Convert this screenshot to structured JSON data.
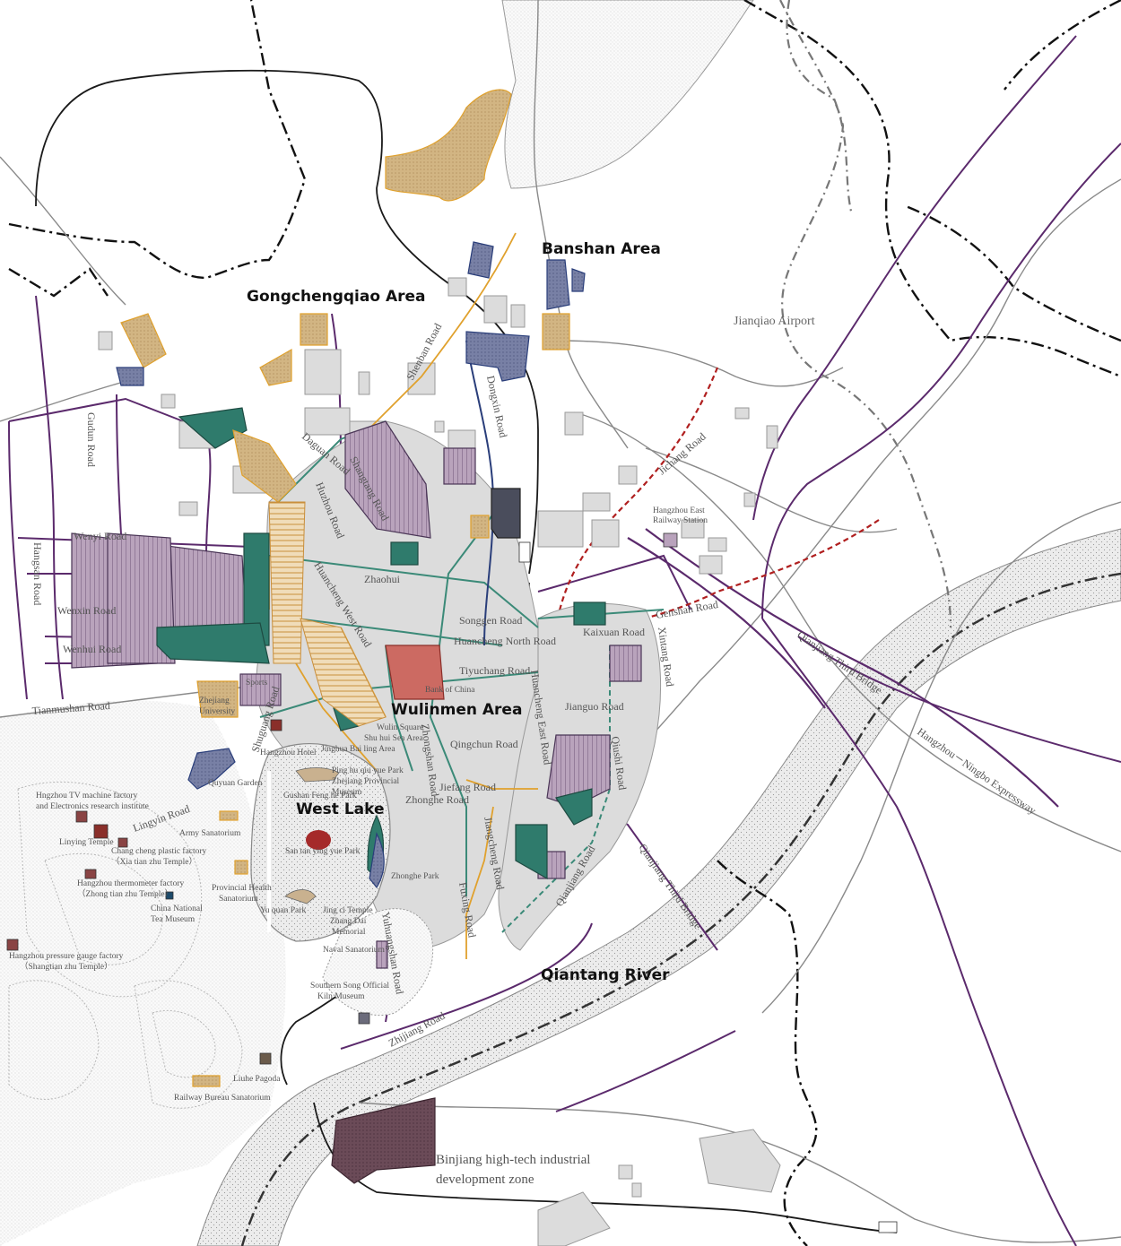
{
  "areas": {
    "gongchengqiao": "Gongchengqiao  Area",
    "banshan": "Banshan Area",
    "wulinmen": "Wulinmen Area",
    "west_lake": "West Lake",
    "qiantang": "Qiantang River"
  },
  "places": {
    "airport": "Jianqiao Airport",
    "east_station_1": "Hangzhou East",
    "east_station_2": "Railway Station",
    "binjiang_1": "Binjiang  high-tech industrial",
    "binjiang_2": "development zone"
  },
  "roads": {
    "wenyi": "Wenyi Road",
    "wenxin": "Wenxin Road",
    "wenhui": "Wenhui Road",
    "tianmushan": "Tianmushan Road",
    "gudun": "Gudun Road",
    "hangsan": "Hangsan Road",
    "shenban": "Shenban Road",
    "dongxin": "Dongxin Road",
    "shangtang": "Shangtang Road",
    "daguan": "Daguan Road",
    "huzhou": "Huzhou Road",
    "zhaohui": "Zhaohui",
    "huancheng_west": "Huancheng West Road",
    "songgen": "Songgen Road",
    "huancheng_north": "Huancheng North Road",
    "kaixuan": "Kaixuan Road",
    "genshan": "Genshan Road",
    "tiyuchang": "Tiyuchang Road",
    "jianguo": "Jianguo Road",
    "qingchun": "Qingchun Road",
    "jiefang": "Jiefang Road",
    "zhongshan": "Zhongshan Road",
    "zhonghe": "Zhonghe Road",
    "huancheng_east": "Huancheng East Road",
    "qiushi": "Qiushi Road",
    "xintang": "Xintang Road",
    "jichang": "Jichang Road",
    "qianjiang": "Qianjiang Road",
    "qianjiang_third": "Qianjiang Third Bridge",
    "qianjiang_third_r": "Qianjiang Third Bridge",
    "hn_expressway": "Hangzhou－Ningbo Expressway",
    "lingyin": "Lingyin Road",
    "shuguang": "Shuguang Road",
    "zhijiang": "Zhijiang Road",
    "yuhuangshan": "Yuhuangshan Road",
    "fuxing": "Fuxing Road",
    "jiangcheng": "Jiangcheng Road"
  },
  "pois": {
    "tv_factory_1": "Hngzhou TV machine factory",
    "tv_factory_2": "and Electronics research institute",
    "lingyin_temple": "Linying Temple",
    "army_sanatorium": "Army Sanatorium",
    "plastic_factory_1": "Chang cheng plastic factory",
    "plastic_factory_2": "（Xia tian zhu Temple）",
    "thermometer_1": "Hangzhou thermometer factory",
    "thermometer_2": "（Zhong tian zhu Temple）",
    "tea_museum_1": "China National",
    "tea_museum_2": "Tea Museum",
    "pressure_1": "Hangzhou pressure gauge factory",
    "pressure_2": "（Shangtian zhu Temple）",
    "provincial_sanatorium_1": "Provincial Health",
    "provincial_sanatorium_2": "Sanatorium",
    "railway_sanatorium": "Railway Bureau Sanatorium",
    "liuhe": "Liuhe Pagoda",
    "naval_sanatorium": "Naval Sanatorium",
    "southern_song_1": "Southern Song Official",
    "southern_song_2": "Kiln Museum",
    "hangzhou_hotel": "Hangzhou Hotel",
    "zhejiang_univ_1": "Zhejiang",
    "zhejiang_univ_2": "University",
    "quyuan_garden": "Quyuan Garden",
    "square_1": "Wulin Square",
    "square_2": "Shu hui Sea Area",
    "jinghua": "Jinghua Bai ling Area",
    "pinghu_1": "Ping hu qiu yue Park",
    "pinghu_2": "Zhejiang Provincial",
    "pinghu_3": "Museum",
    "gushan": "Gushan Feng he Park",
    "sanyin": "San tan ying yue Park",
    "zhangdai": "Zhang Dai",
    "memorial": "Memorial",
    "jingci": "Jing ci Temple",
    "yuquan": "Yu quan Park",
    "zhonghe_label": "Zhonghe Park",
    "sports": "Sports",
    "bank": "Bank of China"
  },
  "colors": {
    "purple_zone": "#b9a3bc",
    "teal_zone": "#2f7b6c",
    "tan_zone": "#d2b583",
    "blue_zone": "#7880a5",
    "red_zone": "#cc6a62",
    "dark_zone": "#6b4b58",
    "built_gray": "#dcdcdc",
    "road_purple": "#5b2a6c",
    "road_teal": "#3b8a78",
    "road_orange": "#e0a12d",
    "rail_red": "#b01f1f",
    "river": "#e9e9e9"
  }
}
